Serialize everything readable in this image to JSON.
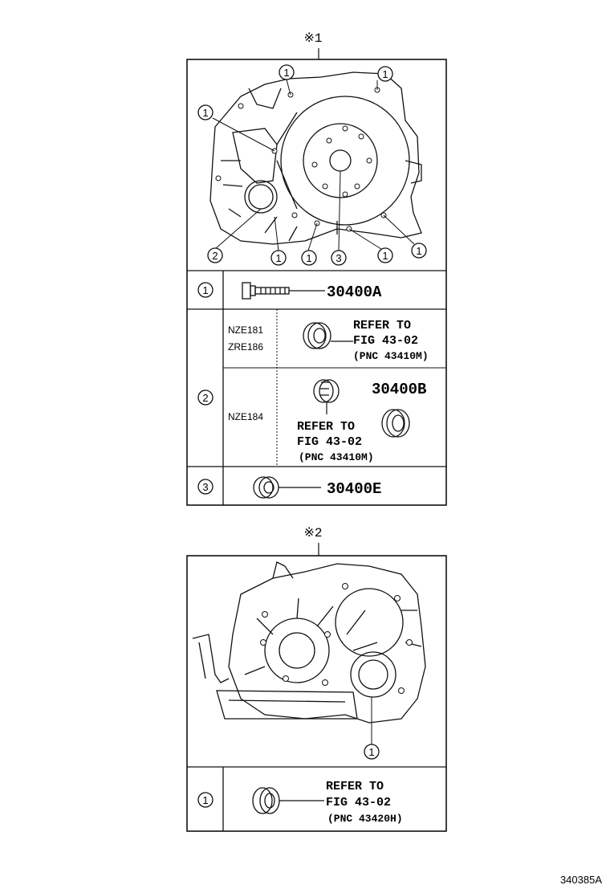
{
  "diagram_id": "340385A",
  "upper": {
    "marker": "※1",
    "callouts": [
      "1",
      "2",
      "3"
    ],
    "rows": [
      {
        "num": "1",
        "part": "30400A"
      },
      {
        "num": "2",
        "variants": [
          {
            "models": [
              "NZE181",
              "ZRE186"
            ],
            "refer": [
              "REFER TO",
              "FIG 43-02",
              "(PNC 43410M)"
            ]
          },
          {
            "models": [
              "NZE184"
            ],
            "part": "30400B",
            "refer": [
              "REFER TO",
              "FIG 43-02",
              "(PNC 43410M)"
            ]
          }
        ]
      },
      {
        "num": "3",
        "part": "30400E"
      }
    ]
  },
  "lower": {
    "marker": "※2",
    "callouts": [
      "1"
    ],
    "rows": [
      {
        "num": "1",
        "refer": [
          "REFER TO",
          "FIG 43-02",
          "(PNC 43420H)"
        ]
      }
    ]
  }
}
